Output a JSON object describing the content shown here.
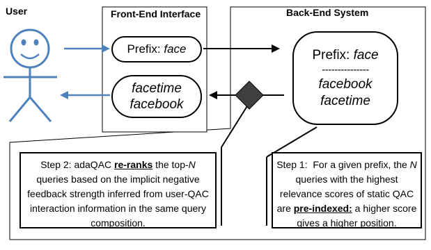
{
  "labels": {
    "user": "User",
    "front_end": "Front-End Interface",
    "back_end": "Back-End System"
  },
  "front_prefix": {
    "label": "Prefix: ",
    "value": "face"
  },
  "front_results": [
    "facetime",
    "facebook"
  ],
  "back_prefix": {
    "label": "Prefix: ",
    "value": "face"
  },
  "back_divider": "---------------",
  "back_results": [
    "facebook",
    "facetime"
  ],
  "step2": {
    "pre": "Step 2: adaQAC ",
    "key": "re-ranks",
    "mid": " the top-",
    "n": "N",
    "post": " queries based on the implicit negative feedback strength inferred from user-QAC interaction information in the same query composition."
  },
  "step1": {
    "pre": "Step 1:  For a given prefix, the ",
    "n": "N",
    "mid": " queries with the highest relevance scores of static QAC are ",
    "key": "pre-indexed:",
    "post": " a higher score gives a higher position."
  },
  "colors": {
    "user_blue": "#4f81bd",
    "diamond": "#404040"
  }
}
